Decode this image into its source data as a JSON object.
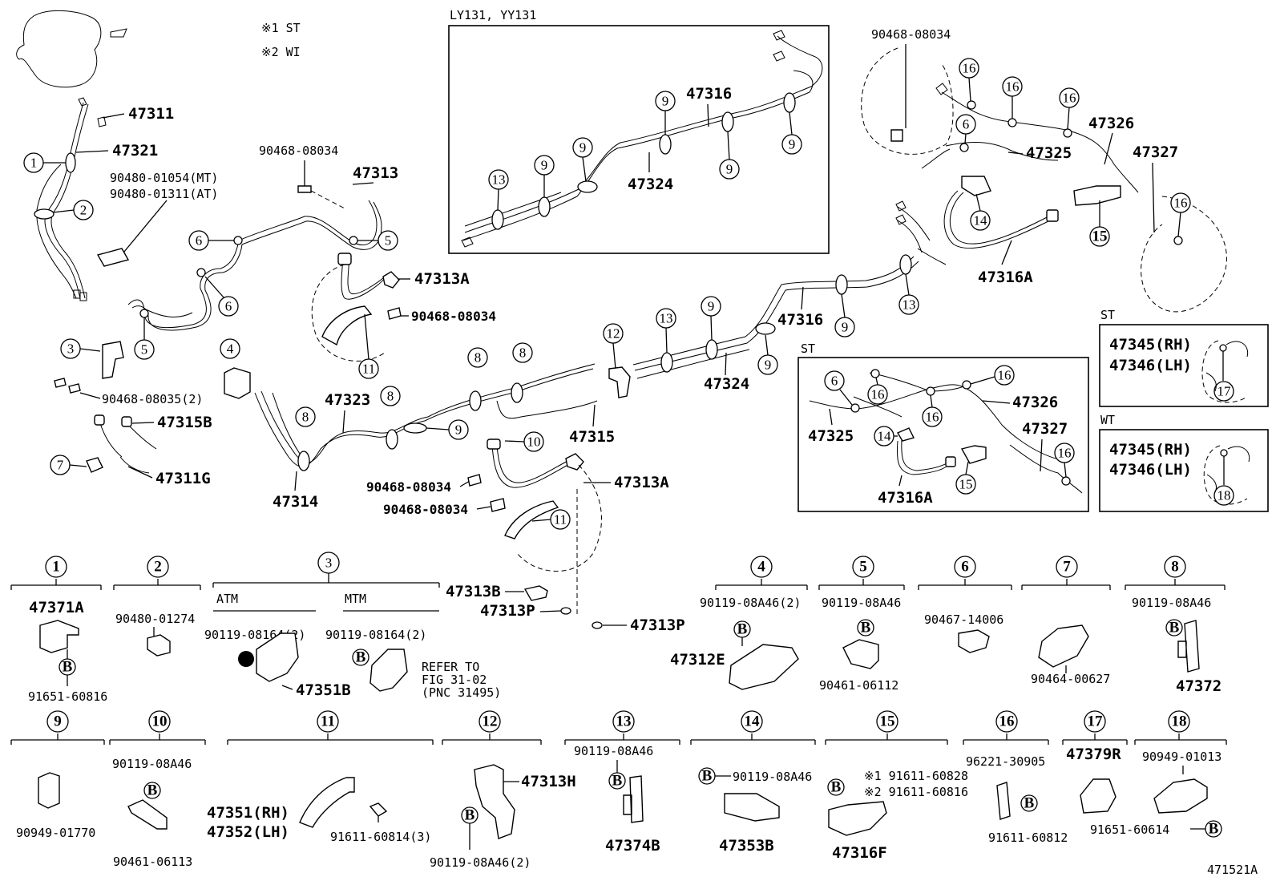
{
  "notes": {
    "n1": "※1  ST",
    "n2": "※2  WI"
  },
  "figure_id": "471521A",
  "boxes": {
    "ly": "LY131, YY131",
    "st_inset": "ST",
    "st_small": "ST",
    "wt_small": "WT"
  },
  "labels": {
    "p47311": "47311",
    "p47321": "47321",
    "p90480_mt": "90480-01054(MT)",
    "p90480_at": "90480-01311(AT)",
    "p90468_a": "90468-08034",
    "p47313": "47313",
    "p47313A_a": "47313A",
    "p90468_b": "90468-08034",
    "p90468_08035": "90468-08035(2)",
    "p47315B": "47315B",
    "p47311G": "47311G",
    "p47323": "47323",
    "p47314": "47314",
    "p47315": "47315",
    "p90468_c": "90468-08034",
    "p47313A_b": "47313A",
    "p90468_d": "90468-08034",
    "p47316_ly": "47316",
    "p47324_ly": "47324",
    "p90468_e": "90468-08034",
    "p47326": "47326",
    "p47325": "47325",
    "p47327": "47327",
    "p47316A": "47316A",
    "p47316": "47316",
    "p47324": "47324",
    "st_47326": "47326",
    "st_47325": "47325",
    "st_47327": "47327",
    "st_47316A": "47316A",
    "st_rh": "47345(RH)",
    "st_lh": "47346(LH)",
    "wt_rh": "47345(RH)",
    "wt_lh": "47346(LH)",
    "p47313B": "47313B",
    "p47313P_a": "47313P",
    "p47313P_b": "47313P"
  },
  "detail": {
    "d1_top": "47371A",
    "d1_bot": "91651-60816",
    "d2_top": "90480-01274",
    "d3_atm": "ATM",
    "d3_mtm": "MTM",
    "d3_a": "90119-08164(2)",
    "d3_b": "90119-08164(2)",
    "d3_part": "47351B",
    "d3_ref1": "REFER TO",
    "d3_ref2": "FIG 31-02",
    "d3_ref3": "(PNC 31495)",
    "d4_top": "90119-08A46(2)",
    "d4_part": "47312E",
    "d5_top": "90119-08A46",
    "d5_bot": "90461-06112",
    "d6_top": "90467-14006",
    "d7_bot": "90464-00627",
    "d8_top": "90119-08A46",
    "d8_bot": "47372",
    "d9_bot": "90949-01770",
    "d10_top": "90119-08A46",
    "d10_bot": "90461-06113",
    "d11_rh": "47351(RH)",
    "d11_lh": "47352(LH)",
    "d11_bolt": "91611-60814(3)",
    "d12_part": "47313H",
    "d12_bot": "90119-08A46(2)",
    "d13_top": "90119-08A46",
    "d13_bot": "47374B",
    "d14_top": "90119-08A46",
    "d14_bot": "47353B",
    "d15_a": "※1 91611-60828",
    "d15_b": "※2 91611-60816",
    "d15_bot": "47316F",
    "d16_top": "96221-30905",
    "d16_bot": "91611-60812",
    "d17_top": "47379R",
    "d18_top": "90949-01013",
    "d18_bot": "91651-60614"
  },
  "bolt_marker": "B",
  "callouts": [
    "1",
    "2",
    "3",
    "4",
    "5",
    "6",
    "7",
    "8",
    "9",
    "10",
    "11",
    "12",
    "13",
    "14",
    "15",
    "16",
    "17",
    "18"
  ]
}
